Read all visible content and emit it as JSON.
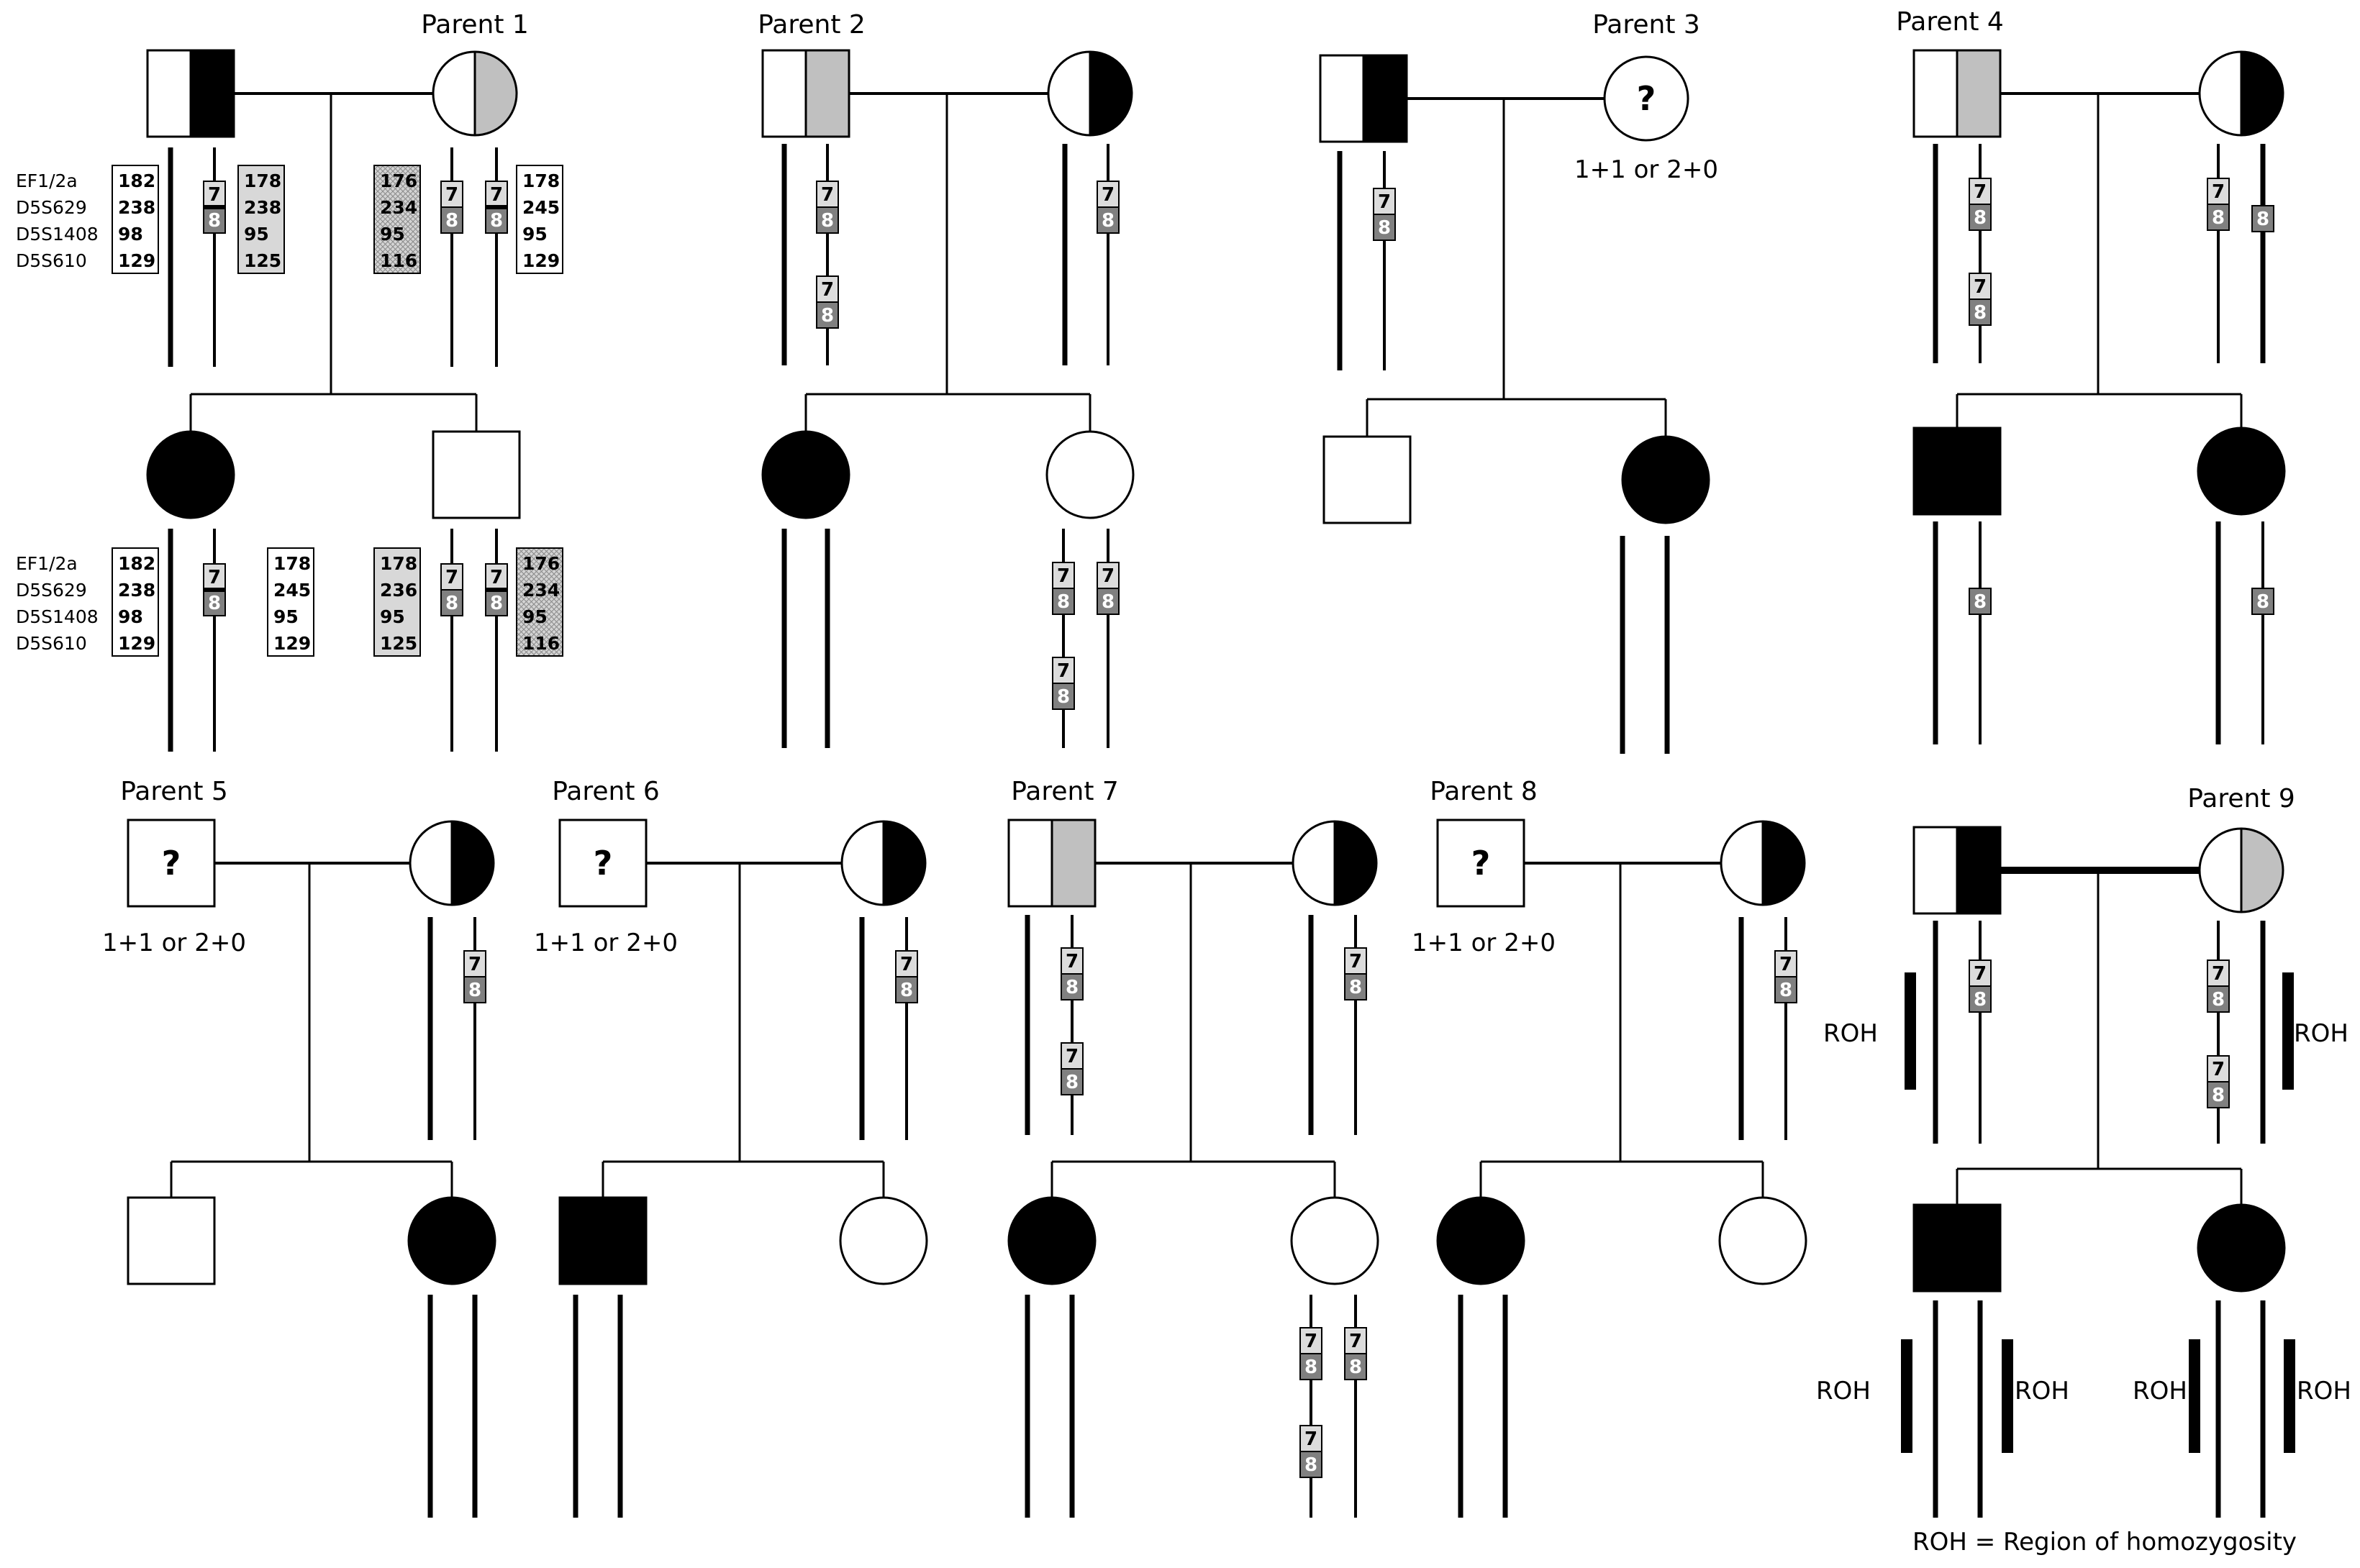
{
  "colors": {
    "affected": "#000000",
    "carrier_black": "#000000",
    "carrier_grey": "#c0c0c0",
    "copy7": "#dcdcdc",
    "copy8": "#808080",
    "haplotype_hatch": "#d8d8d8"
  },
  "titles": [
    "Parent 1",
    "Parent 2",
    "Parent 3",
    "Parent 4",
    "Parent 5",
    "Parent 6",
    "Parent 7",
    "Parent 8",
    "Parent 9"
  ],
  "copy_labels": {
    "c7": "7",
    "c8": "8"
  },
  "question_mark": "?",
  "copy_number_note": "1+1 or 2+0",
  "roh_label": "ROH",
  "footnote": "ROH = Region of homozygosity",
  "markers": [
    "EF1/2a",
    "D5S629",
    "D5S1408",
    "D5S610"
  ],
  "haplotypes": {
    "father": [
      "182",
      "238",
      "98",
      "129"
    ],
    "father_risk": [
      "178",
      "238",
      "95",
      "125"
    ],
    "mother_a": [
      "176",
      "234",
      "95",
      "116"
    ],
    "mother_b": [
      "178",
      "245",
      "95",
      "129"
    ],
    "daughter_a": [
      "182",
      "238",
      "98",
      "129"
    ],
    "daughter_b": [
      "178",
      "245",
      "95",
      "129"
    ],
    "son_a": [
      "178",
      "236",
      "95",
      "125"
    ],
    "son_b": [
      "176",
      "234",
      "95",
      "116"
    ]
  }
}
